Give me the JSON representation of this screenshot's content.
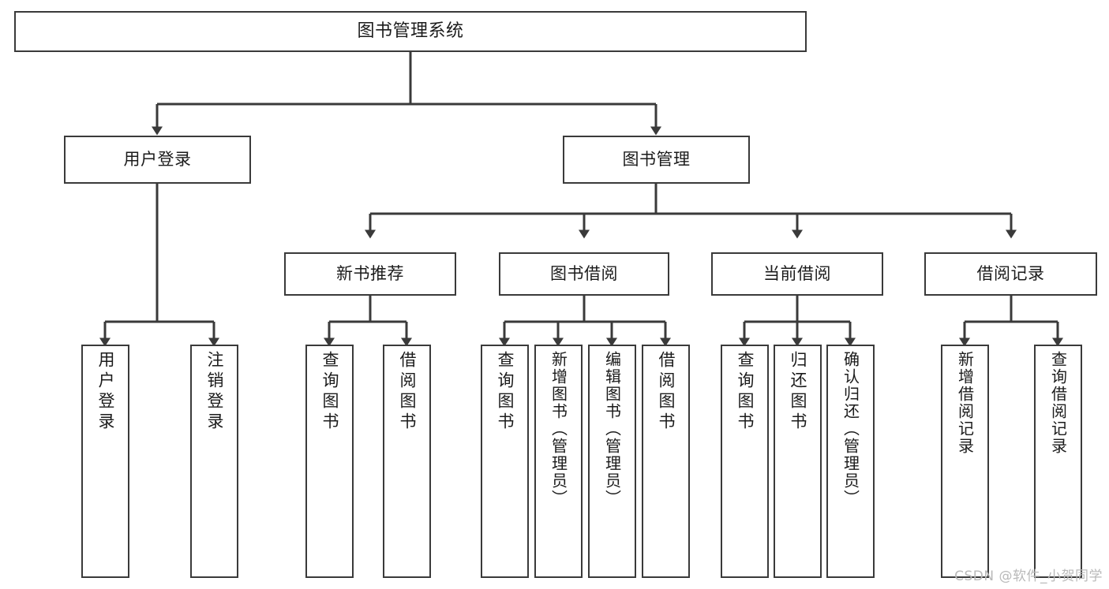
{
  "diagram": {
    "title": "图书管理系统",
    "type": "tree",
    "watermark": "CSDN @软件_小贺同学",
    "colors": {
      "stroke": "#3a3a3a",
      "fill": "#ffffff",
      "text": "#1b1b1b",
      "watermark": "#b9b9b9"
    },
    "nodes": {
      "root": {
        "label": "图书管理系统"
      },
      "level1": [
        {
          "label": "用户登录"
        },
        {
          "label": "图书管理"
        }
      ],
      "level2": [
        {
          "label": "新书推荐"
        },
        {
          "label": "图书借阅"
        },
        {
          "label": "当前借阅"
        },
        {
          "label": "借阅记录"
        }
      ],
      "leaves_user_login": [
        {
          "label": "用户登录"
        },
        {
          "label": "注销登录"
        }
      ],
      "leaves_new_book": [
        {
          "label": "查询图书"
        },
        {
          "label": "借阅图书"
        }
      ],
      "leaves_borrow": [
        {
          "label": "查询图书"
        },
        {
          "label": "新增图书（管理员）"
        },
        {
          "label": "编辑图书（管理员）"
        },
        {
          "label": "借阅图书"
        }
      ],
      "leaves_current": [
        {
          "label": "查询图书"
        },
        {
          "label": "归还图书"
        },
        {
          "label": "确认归还（管理员）"
        }
      ],
      "leaves_record": [
        {
          "label": "新增借阅记录"
        },
        {
          "label": "查询借阅记录"
        }
      ]
    }
  }
}
